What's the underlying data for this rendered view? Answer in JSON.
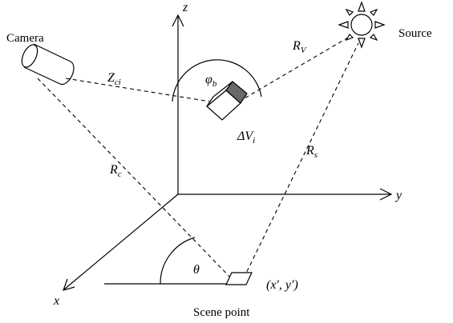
{
  "labels": {
    "camera": "Camera",
    "source": "Source",
    "scene_point": "Scene point",
    "axis_z": "z",
    "axis_y": "y",
    "axis_x": "x",
    "r_v_main": "R",
    "r_v_sub": "V",
    "z_ci_main": "Z",
    "z_ci_sub": "ci",
    "phi_b_main": "φ",
    "phi_b_sub": "b",
    "delta_v_main": "ΔV",
    "delta_v_sub": "i",
    "r_s_main": "R",
    "r_s_sub": "s",
    "r_c_main": "R",
    "r_c_sub": "c",
    "theta": "θ",
    "coord": "(x′, y′)"
  }
}
